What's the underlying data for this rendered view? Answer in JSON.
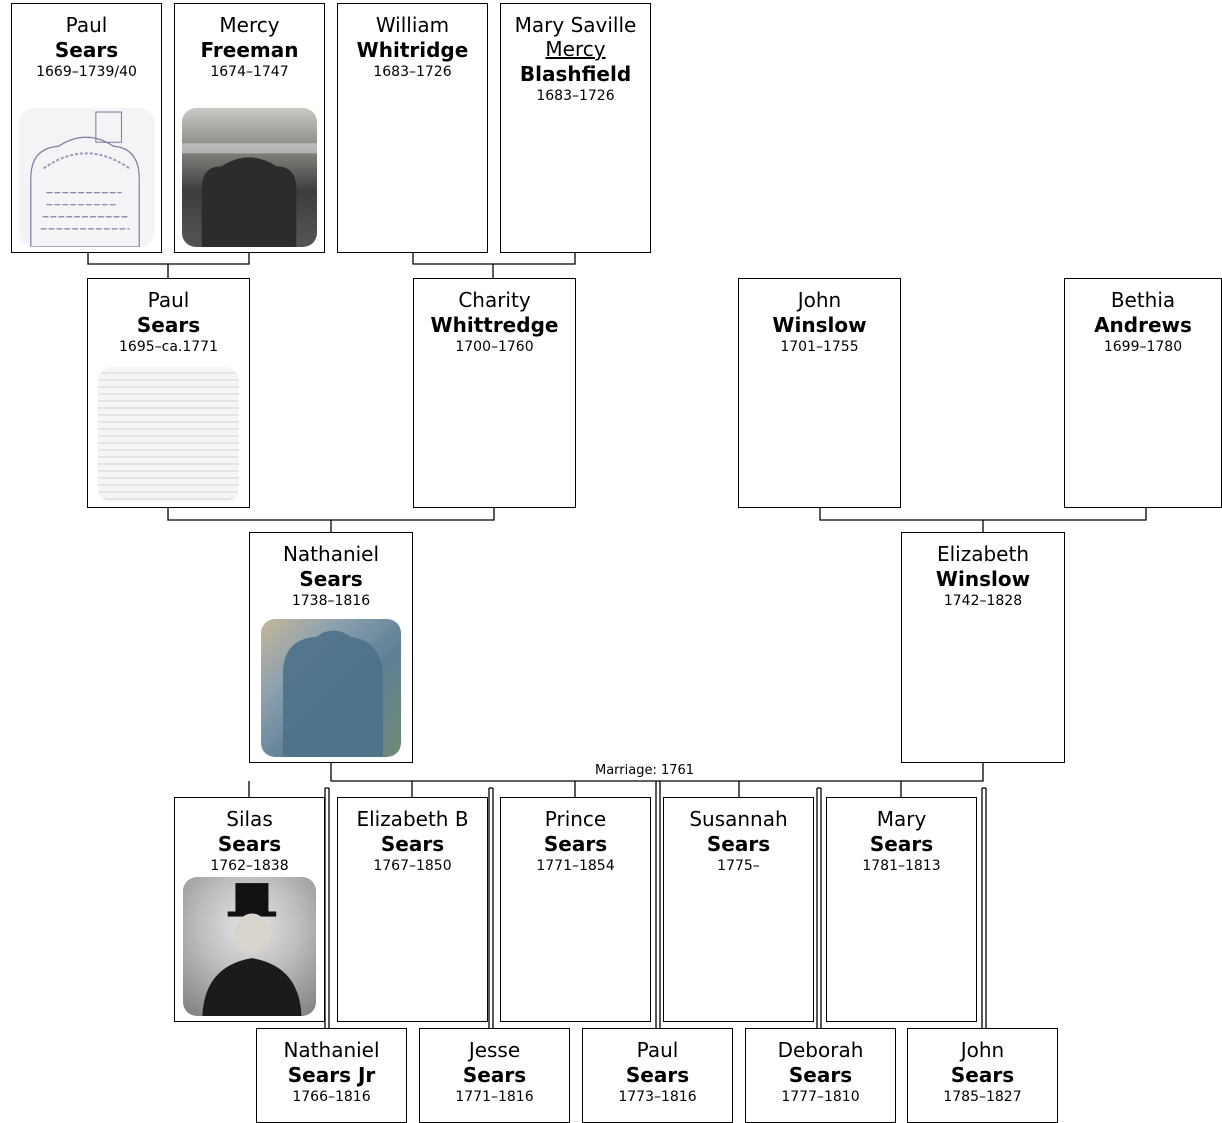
{
  "people": [
    {
      "given": "Paul",
      "surname": "Sears",
      "dates": "1669–1739/40",
      "photo": "gravestone-sketch"
    },
    {
      "given": "Mercy",
      "surname": "Freeman",
      "dates": "1674–1747",
      "photo": "gravestone-photo"
    },
    {
      "given": "William",
      "surname": "Whitridge",
      "dates": "1683–1726"
    },
    {
      "given": "Mary Saville",
      "given2": "Mercy",
      "surname": "Blashfield",
      "dates": "1683–1726"
    },
    {
      "given": "Paul",
      "surname": "Sears",
      "dates": "1695–ca.1771",
      "photo": "document-scan"
    },
    {
      "given": "Charity",
      "surname": "Whittredge",
      "dates": "1700–1760"
    },
    {
      "given": "John",
      "surname": "Winslow",
      "dates": "1701–1755"
    },
    {
      "given": "Bethia",
      "surname": "Andrews",
      "dates": "1699–1780"
    },
    {
      "given": "Nathaniel",
      "surname": "Sears",
      "dates": "1738–1816",
      "photo": "gravestone-photo"
    },
    {
      "given": "Elizabeth",
      "surname": "Winslow",
      "dates": "1742–1828"
    },
    {
      "given": "Silas",
      "surname": "Sears",
      "dates": "1762–1838",
      "photo": "portrait-photo"
    },
    {
      "given": "Elizabeth B",
      "surname": "Sears",
      "dates": "1767–1850"
    },
    {
      "given": "Prince",
      "surname": "Sears",
      "dates": "1771–1854"
    },
    {
      "given": "Susannah",
      "surname": "Sears",
      "dates": "1775–"
    },
    {
      "given": "Mary",
      "surname": "Sears",
      "dates": "1781–1813"
    },
    {
      "given": "Nathaniel",
      "surname": "Sears Jr",
      "dates": "1766–1816"
    },
    {
      "given": "Jesse",
      "surname": "Sears",
      "dates": "1771–1816"
    },
    {
      "given": "Paul",
      "surname": "Sears",
      "dates": "1773–1816"
    },
    {
      "given": "Deborah",
      "surname": "Sears",
      "dates": "1777–1810"
    },
    {
      "given": "John",
      "surname": "Sears",
      "dates": "1785–1827"
    }
  ],
  "marriage_label": "Marriage: 1761"
}
